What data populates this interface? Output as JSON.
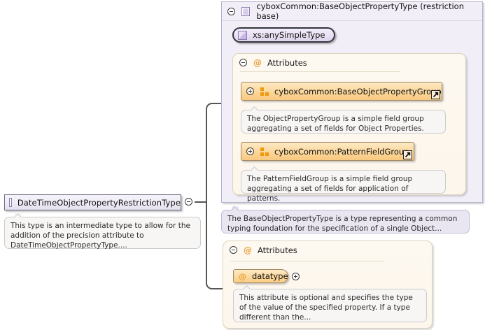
{
  "diagram": {
    "kind": "xml-schema-type-diagram",
    "colors": {
      "complex_type_fill": "#e9e4f3",
      "complex_type_border": "#8b7fae",
      "group_fill": "#fbd79b",
      "group_border": "#a08a63",
      "attribute_accent": "#e8a33d",
      "annotation_fill": "#f7f6f4",
      "annotation_violet_fill": "#e9e6f2",
      "connector": "#555555"
    }
  },
  "root_type": {
    "label": "DateTimeObjectPropertyRestrictionType",
    "icon": "complex-type-icon",
    "toggle": "minus",
    "annotation": "This type is an intermediate type to allow for the addition of the precision attribute to DateTimeObjectPropertyType...."
  },
  "base_type": {
    "toggle": "minus",
    "icon": "complex-type-icon",
    "title": "cyboxCommon:BaseObjectPropertyType (restriction base)",
    "simple_type": {
      "label": "xs:anySimpleType",
      "icon": "simple-type-icon"
    },
    "attributes_section": {
      "toggle": "minus",
      "at_symbol": "@",
      "label": "Attributes",
      "groups": [
        {
          "toggle": "plus",
          "icon": "group-icon",
          "label": "cyboxCommon:BaseObjectPropertyGroup",
          "external_icon": "external-link-icon",
          "annotation": "The ObjectPropertyGroup is a simple field group aggregating a set of fields for Object Properties."
        },
        {
          "toggle": "plus",
          "icon": "group-icon",
          "label": "cyboxCommon:PatternFieldGroup",
          "external_icon": "external-link-icon",
          "annotation": "The PatternFieldGroup is a simple field group aggregating a set of fields for application of patterns."
        }
      ]
    },
    "annotation": "The BaseObjectPropertyType is a type representing a common typing foundation for the specification of a single Object..."
  },
  "own_attributes_section": {
    "toggle": "minus",
    "at_symbol": "@",
    "label": "Attributes",
    "attributes": [
      {
        "at_symbol": "@",
        "name": "datatype",
        "toggle": "plus",
        "annotation": "This attribute is optional and specifies the type of the value of the specified property. If a type different than the..."
      }
    ]
  }
}
